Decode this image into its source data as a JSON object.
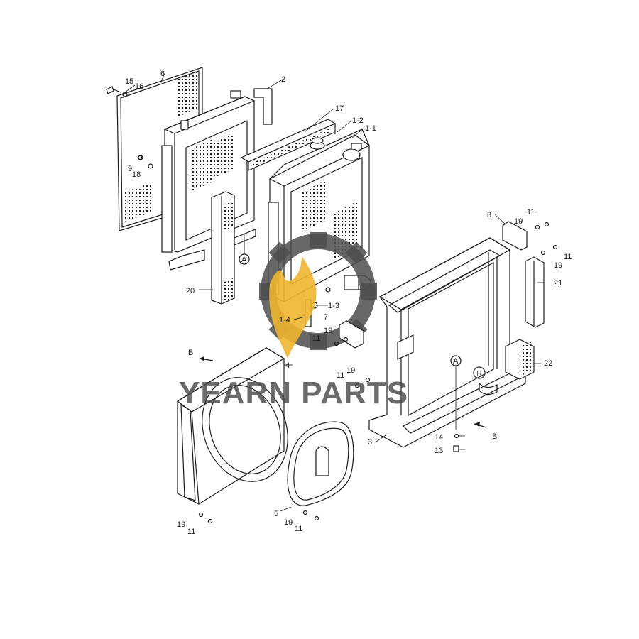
{
  "diagram": {
    "watermark": {
      "text": "YEARN PARTS",
      "registered_mark": "R",
      "colors": {
        "gear": "#4d4d4d",
        "flame": "#f0b52e",
        "text": "#4a4a4a"
      }
    },
    "part_labels": {
      "p1_1": "1-1",
      "p1_2": "1-2",
      "p1_3": "1-3",
      "p1_4": "1-4",
      "p2": "2",
      "p3": "3",
      "p4": "4",
      "p5": "5",
      "p6": "6",
      "p7": "7",
      "p8": "8",
      "p9": "9",
      "p11_a": "11",
      "p11_b": "11",
      "p11_c": "11",
      "p11_d": "11",
      "p11_e": "11",
      "p11_f": "11",
      "p13": "13",
      "p14": "14",
      "p15": "15",
      "p16": "16",
      "p17": "17",
      "p18": "18",
      "p19_a": "19",
      "p19_b": "19",
      "p19_c": "19",
      "p19_d": "19",
      "p19_e": "19",
      "p19_f": "19",
      "p20": "20",
      "p21": "21",
      "p22": "22"
    },
    "reference_marks": {
      "a1": "A",
      "a2": "A",
      "b1": "B",
      "b2": "B"
    }
  }
}
